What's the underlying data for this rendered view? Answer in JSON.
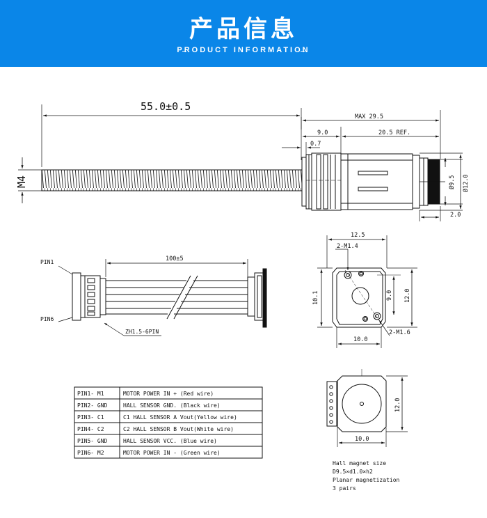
{
  "header": {
    "title": "产品信息",
    "subtitle": "PRODUCT INFORMATION"
  },
  "colors": {
    "banner": "#0a86e8",
    "line": "#1a1a1a"
  },
  "motor_drawing": {
    "shaft_length": "55.0±0.5",
    "thread": "M4",
    "max_length": "MAX 29.5",
    "gearbox_length": "9.0",
    "motor_length": "20.5 REF.",
    "flange": "0.7",
    "diameter_small": "Ø9.5",
    "diameter_large": "Ø12.0",
    "end_offset": "2.0"
  },
  "cable_drawing": {
    "pin1": "PIN1",
    "pin6": "PIN6",
    "length": "100±5",
    "connector": "ZH1.5-6PIN"
  },
  "front_view": {
    "width": "12.5",
    "hole_top": "2-M1.4",
    "hole_bottom": "2-M1.6",
    "height_left": "10.1",
    "height_inner": "9.0",
    "height_right": "12.0",
    "base_width": "10.0"
  },
  "pin_table": [
    {
      "pin": "PIN1- M1",
      "desc": "MOTOR POWER IN + (Red wire)"
    },
    {
      "pin": "PIN2- GND",
      "desc": "HALL SENSOR GND. (Black wire)"
    },
    {
      "pin": "PIN3- C1",
      "desc": "C1 HALL SENSOR A Vout(Yellow wire)"
    },
    {
      "pin": "PIN4- C2",
      "desc": "C2 HALL SENSOR B Vout(White wire)"
    },
    {
      "pin": "PIN5- GND",
      "desc": "HALL SENSOR VCC. (Blue wire)"
    },
    {
      "pin": "PIN6- M2",
      "desc": "MOTOR POWER IN - (Green wire)"
    }
  ],
  "rear_view": {
    "height": "12.0",
    "width": "10.0"
  },
  "magnet_note": {
    "line1": "Hall magnet size",
    "line2": "D9.5×d1.0×h2",
    "line3": "Planar magnetization",
    "line4": "3 pairs"
  }
}
